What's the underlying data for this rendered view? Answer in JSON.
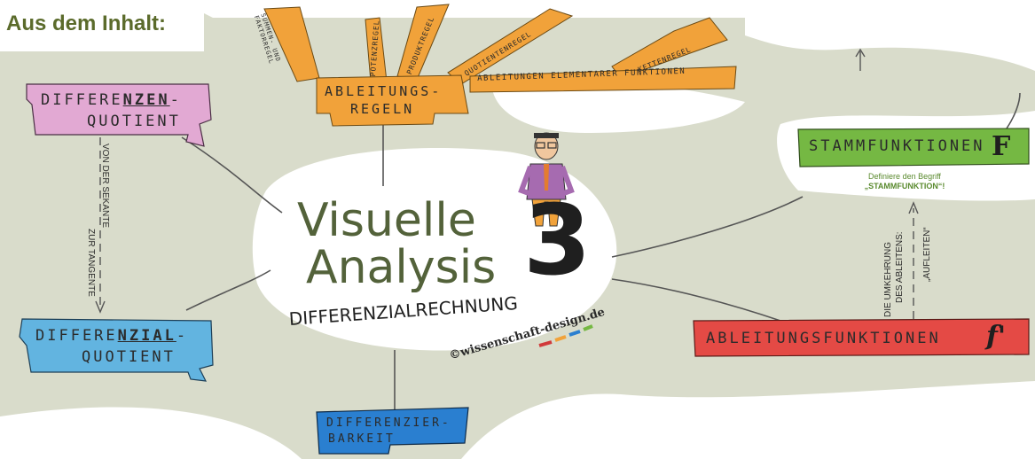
{
  "heading": "Aus dem Inhalt:",
  "center": {
    "line1": "Visuelle",
    "line2": "Analysis",
    "number": "3",
    "subtitle": "DIFFERENZIALRECHNUNG",
    "credit": "©wissenschaft-design.de"
  },
  "nodes": {
    "diffquot": {
      "line1_a": "DIFFERE",
      "line1_b": "NZEN",
      "line1_c": "-",
      "line2": "QUOTIENT"
    },
    "difffquot": {
      "line1_a": "DIFFERE",
      "line1_b": "NZIAL",
      "line1_c": "-",
      "line2": "QUOTIENT"
    },
    "ableitungsregeln": {
      "line1": "ABLEITUNGS-",
      "line2": "REGELN"
    },
    "stamm": {
      "label": "STAMMFUNKTIONEN",
      "symbol": "F"
    },
    "ableitfn": {
      "label": "ABLEITUNGSFUNKTIONEN",
      "symbol": "f'"
    },
    "diffbar": {
      "line1": "DIFFERENZIER-",
      "line2": "BARKEIT"
    }
  },
  "branches": {
    "summen": "SUMMEN- UND FAKTORREGEL",
    "potenz": "POTENZREGEL",
    "produkt": "PRODUKTREGEL",
    "quotient": "QUOTIENTENREGEL",
    "ketten": "KETTENREGEL",
    "elementar": "ABLEITUNGEN ELEMENTARER FUNKTIONEN"
  },
  "annotations": {
    "sekante": "VON DER SEKANTE",
    "tangente": "ZUR TANGENTE",
    "umkehr_1": "DIE UMKEHRUNG",
    "umkehr_2": "DES ABLEITENS:",
    "umkehr_3": "„AUFLEITEN“",
    "stamm_note_1": "Definiere den Begriff",
    "stamm_note_2": "„STAMMFUNKTION“!"
  },
  "colors": {
    "background": "#d9dccb",
    "white": "#ffffff",
    "pink": "#e2a9d3",
    "blue": "#62b4e0",
    "orange": "#f1a23a",
    "green": "#75b843",
    "red": "#e44a45",
    "darkblue": "#2a7fd0",
    "olive": "#5b6b2b",
    "title": "#53623a"
  }
}
